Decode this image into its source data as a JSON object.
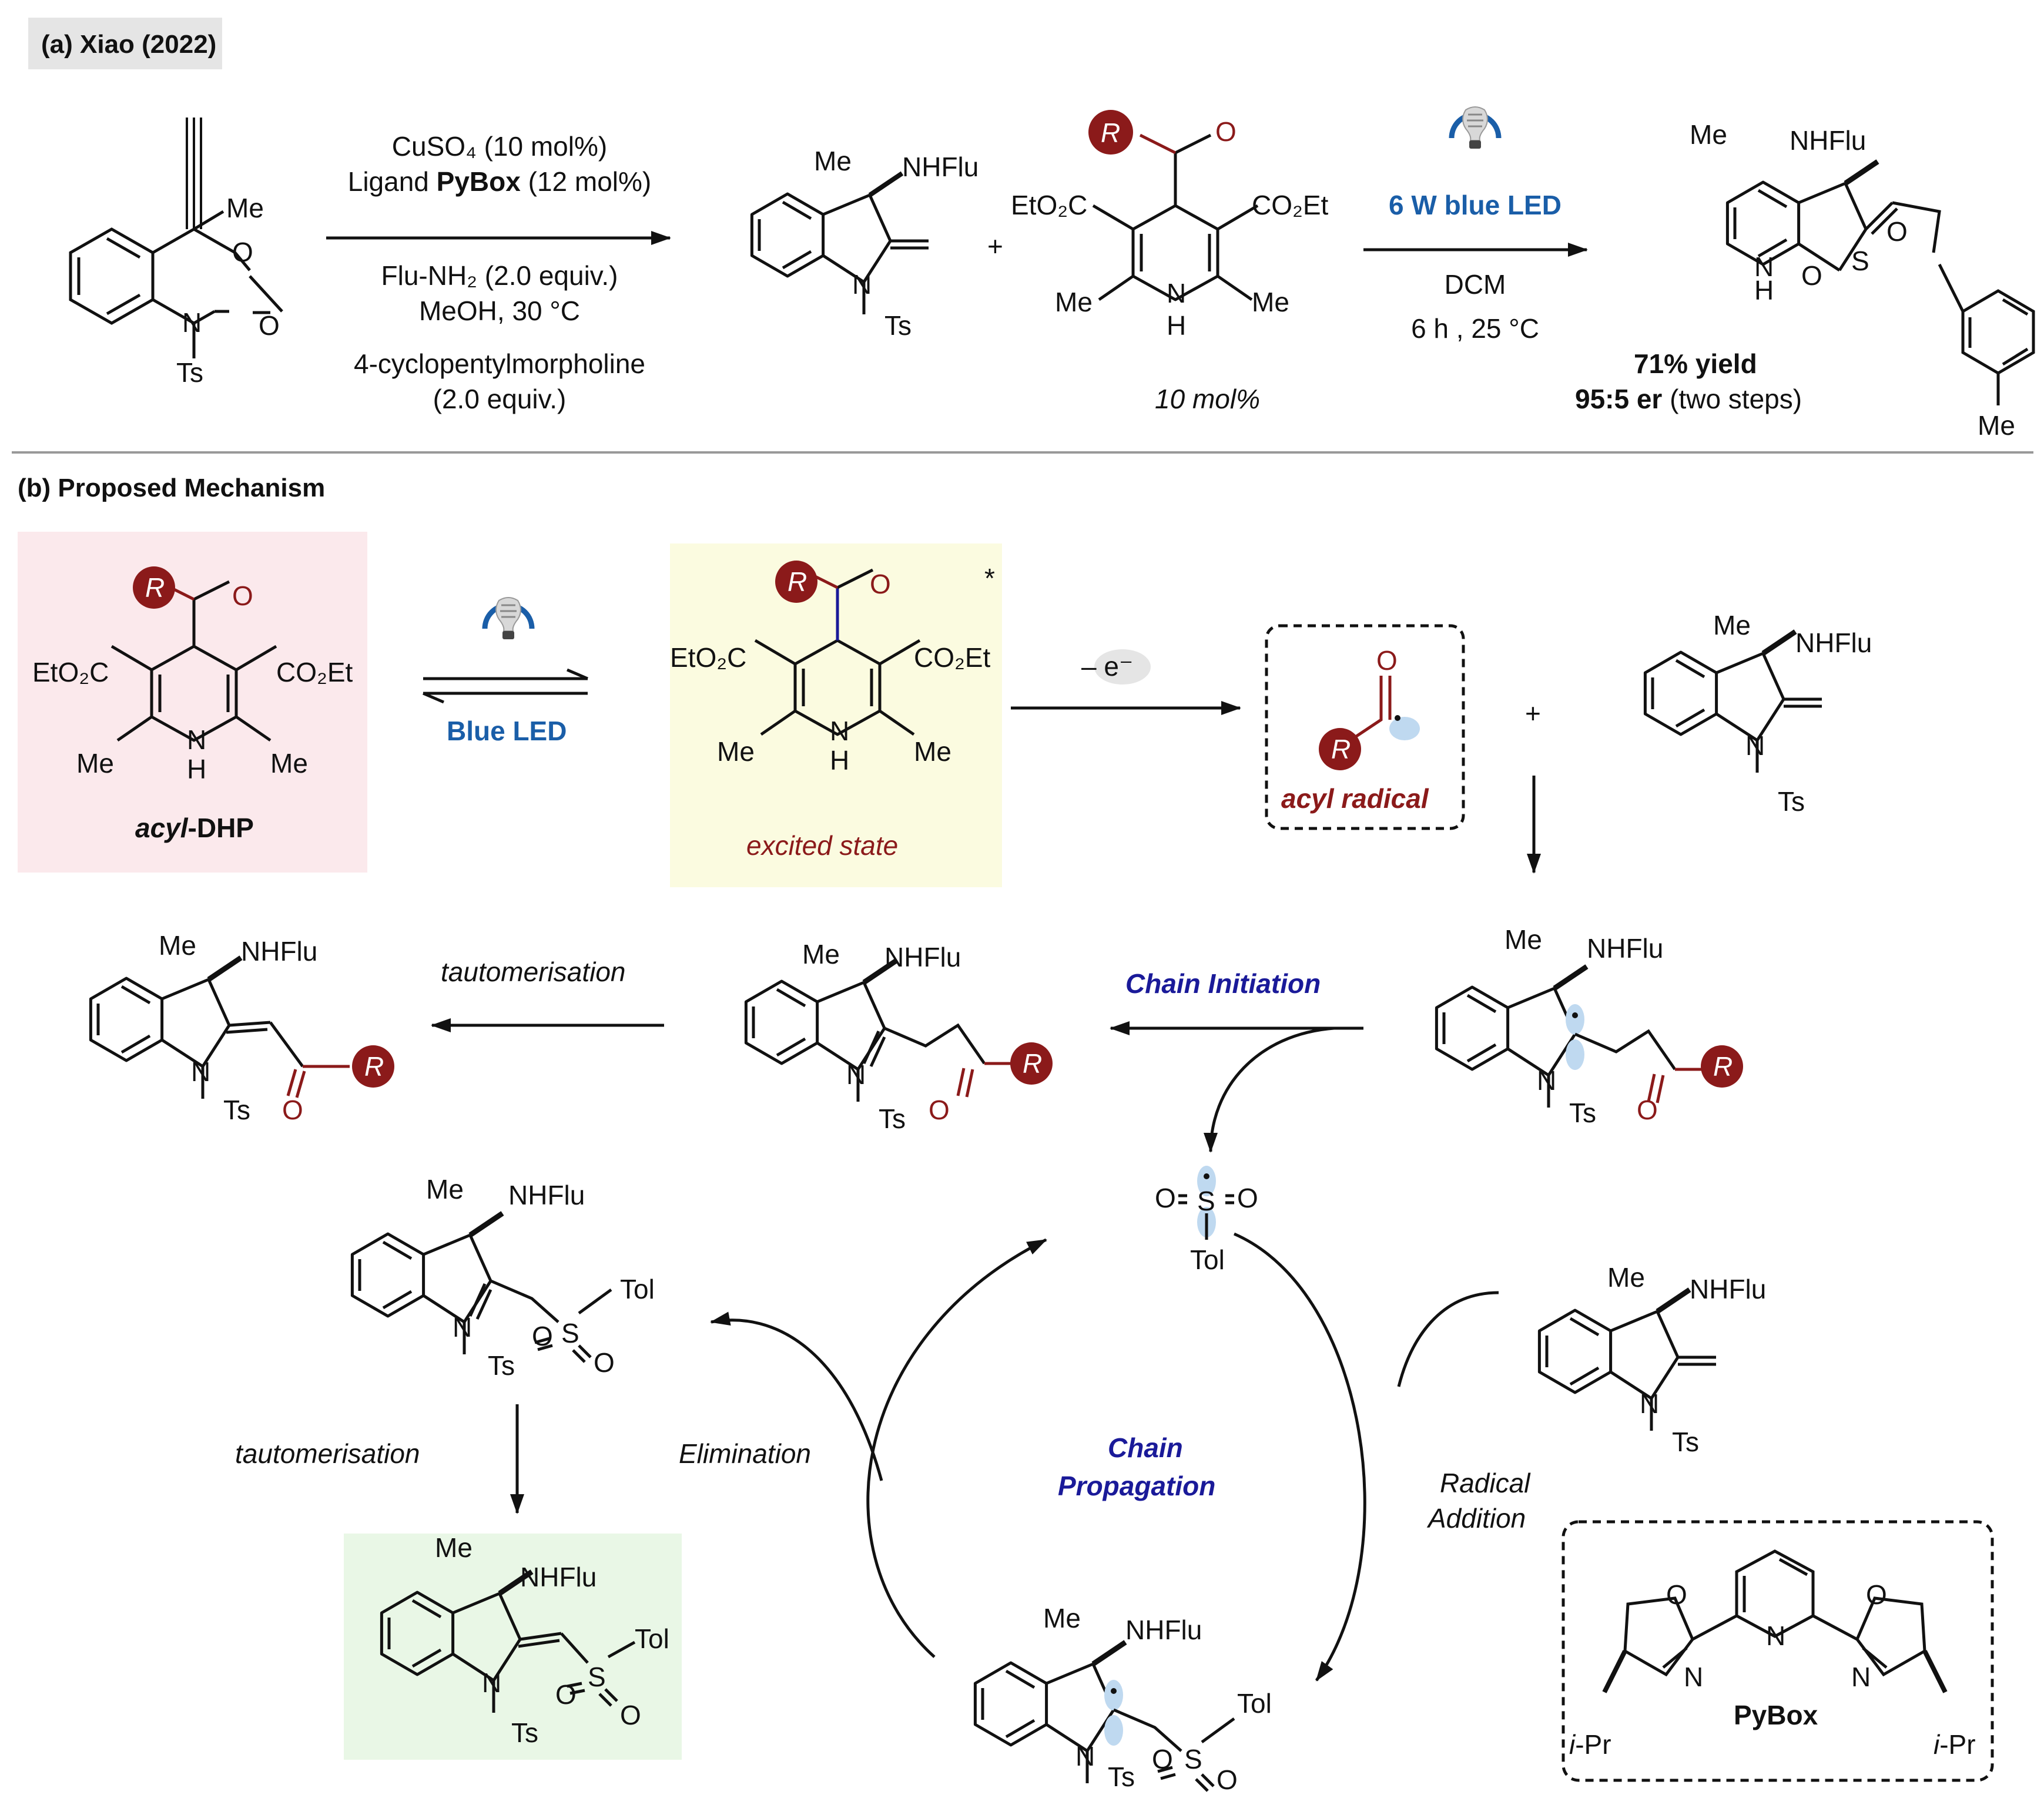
{
  "colors": {
    "dark_red": "#8b1a1a",
    "blue": "#1a5ea8",
    "navy": "#1a1a99",
    "pink_bg": "#fbe9ec",
    "yellow_bg": "#fbfbe0",
    "green_bg": "#e9f7e6",
    "gray_bg": "#e5e5e5",
    "orbital": "#bfd9f0"
  },
  "icons": [
    "light-bulb-icon"
  ],
  "section_a": {
    "title": "(a) Xiao (2022)",
    "conditions1": {
      "line1": "CuSO₄ (10 mol%)",
      "line2_pre": "Ligand ",
      "line2_bold": "PyBox",
      "line2_post": " (12 mol%)",
      "line3": "Flu-NH₂ (2.0 equiv.)",
      "line4": "MeOH, 30 °C",
      "line5": "4-cyclopentylmorpholine",
      "line6": "(2.0 equiv.)"
    },
    "plus": "+",
    "catalyst_loading": "10 mol%",
    "conditions2": {
      "light": "6 W blue LED",
      "solvent": "DCM",
      "time_temp": "6 h , 25 °C"
    },
    "result": {
      "yield": "71% yield",
      "er_bold": "95:5 er",
      "er_rest": " (two steps)"
    }
  },
  "section_b": {
    "title": "(b) Proposed Mechanism",
    "acyl_dhp_label_it": "acyl",
    "acyl_dhp_label_rest": "-DHP",
    "blue_led": "Blue LED",
    "excited_state": "excited state",
    "excited_star": "*",
    "electron_loss": "– e⁻",
    "acyl_radical": "acyl radical",
    "plus": "+",
    "tautomerisation_top": "tautomerisation",
    "chain_initiation": "Chain Initiation",
    "tautomerisation_left": "tautomerisation",
    "elimination": "Elimination",
    "chain_propagation_1": "Chain",
    "chain_propagation_2": "Propagation",
    "radical_addition_1": "Radical",
    "radical_addition_2": "Addition",
    "pybox_label": "PyBox"
  },
  "atoms": {
    "me": "Me",
    "nhflu": "NHFlu",
    "ts": "Ts",
    "n": "N",
    "nh_h": "H",
    "o": "O",
    "r": "R",
    "eto2c": "EtO₂C",
    "co2et": "CO₂Et",
    "s": "S",
    "tol": "Tol",
    "ipr_i": "i",
    "ipr_rest": "-Pr"
  }
}
